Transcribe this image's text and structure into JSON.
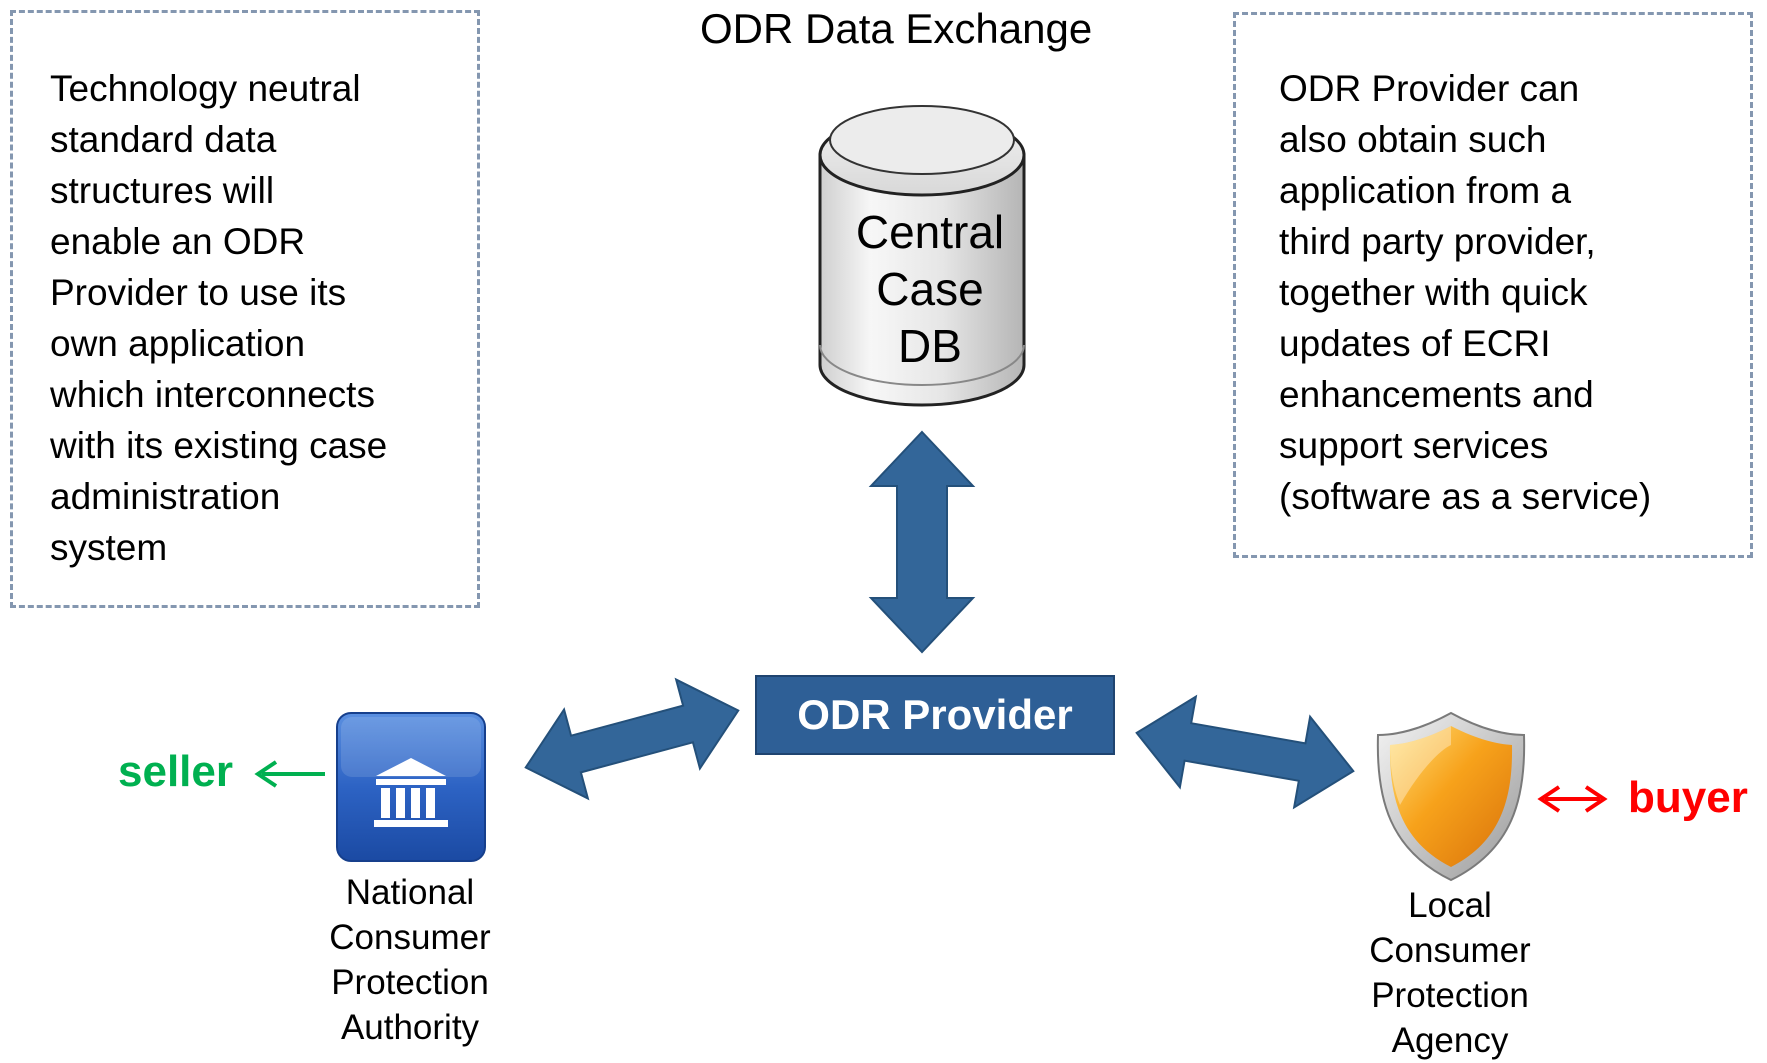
{
  "title": "ODR Data Exchange",
  "left_note": "Technology neutral\nstandard data\nstructures will\nenable an ODR\nProvider to use its\nown application\nwhich interconnects\nwith its existing case\nadministration\nsystem",
  "right_note": "ODR Provider can\nalso obtain such\napplication from a\nthird party provider,\ntogether with quick\nupdates of ECRI\nenhancements and\nsupport services\n(software as a service)",
  "database": {
    "label": "Central\nCase\nDB",
    "icon": "database-cylinder-icon"
  },
  "provider": {
    "label": "ODR Provider",
    "color": "#2e5f96"
  },
  "national_authority": {
    "label": "National\nConsumer\nProtection\nAuthority",
    "icon": "government-building-icon"
  },
  "local_agency": {
    "label": "Local\nConsumer\nProtection\nAgency",
    "icon": "shield-icon"
  },
  "seller": {
    "label": "seller",
    "color": "#00b050"
  },
  "buyer": {
    "label": "buyer",
    "color": "#ff0000"
  },
  "colors": {
    "arrow": "#336699",
    "arrow_stroke": "#24507a",
    "note_border": "#8497b0"
  }
}
